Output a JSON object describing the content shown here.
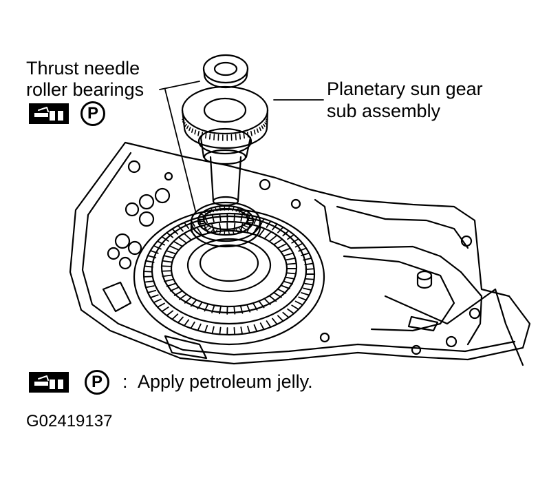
{
  "labels": {
    "thrust_line1": "Thrust needle",
    "thrust_line2": "roller bearings",
    "sun_line1": "Planetary sun gear",
    "sun_line2": "sub assembly"
  },
  "legend": {
    "symbol_letter": "P",
    "colon": ":",
    "text": "Apply petroleum jelly."
  },
  "figure_id": "G02419137"
}
